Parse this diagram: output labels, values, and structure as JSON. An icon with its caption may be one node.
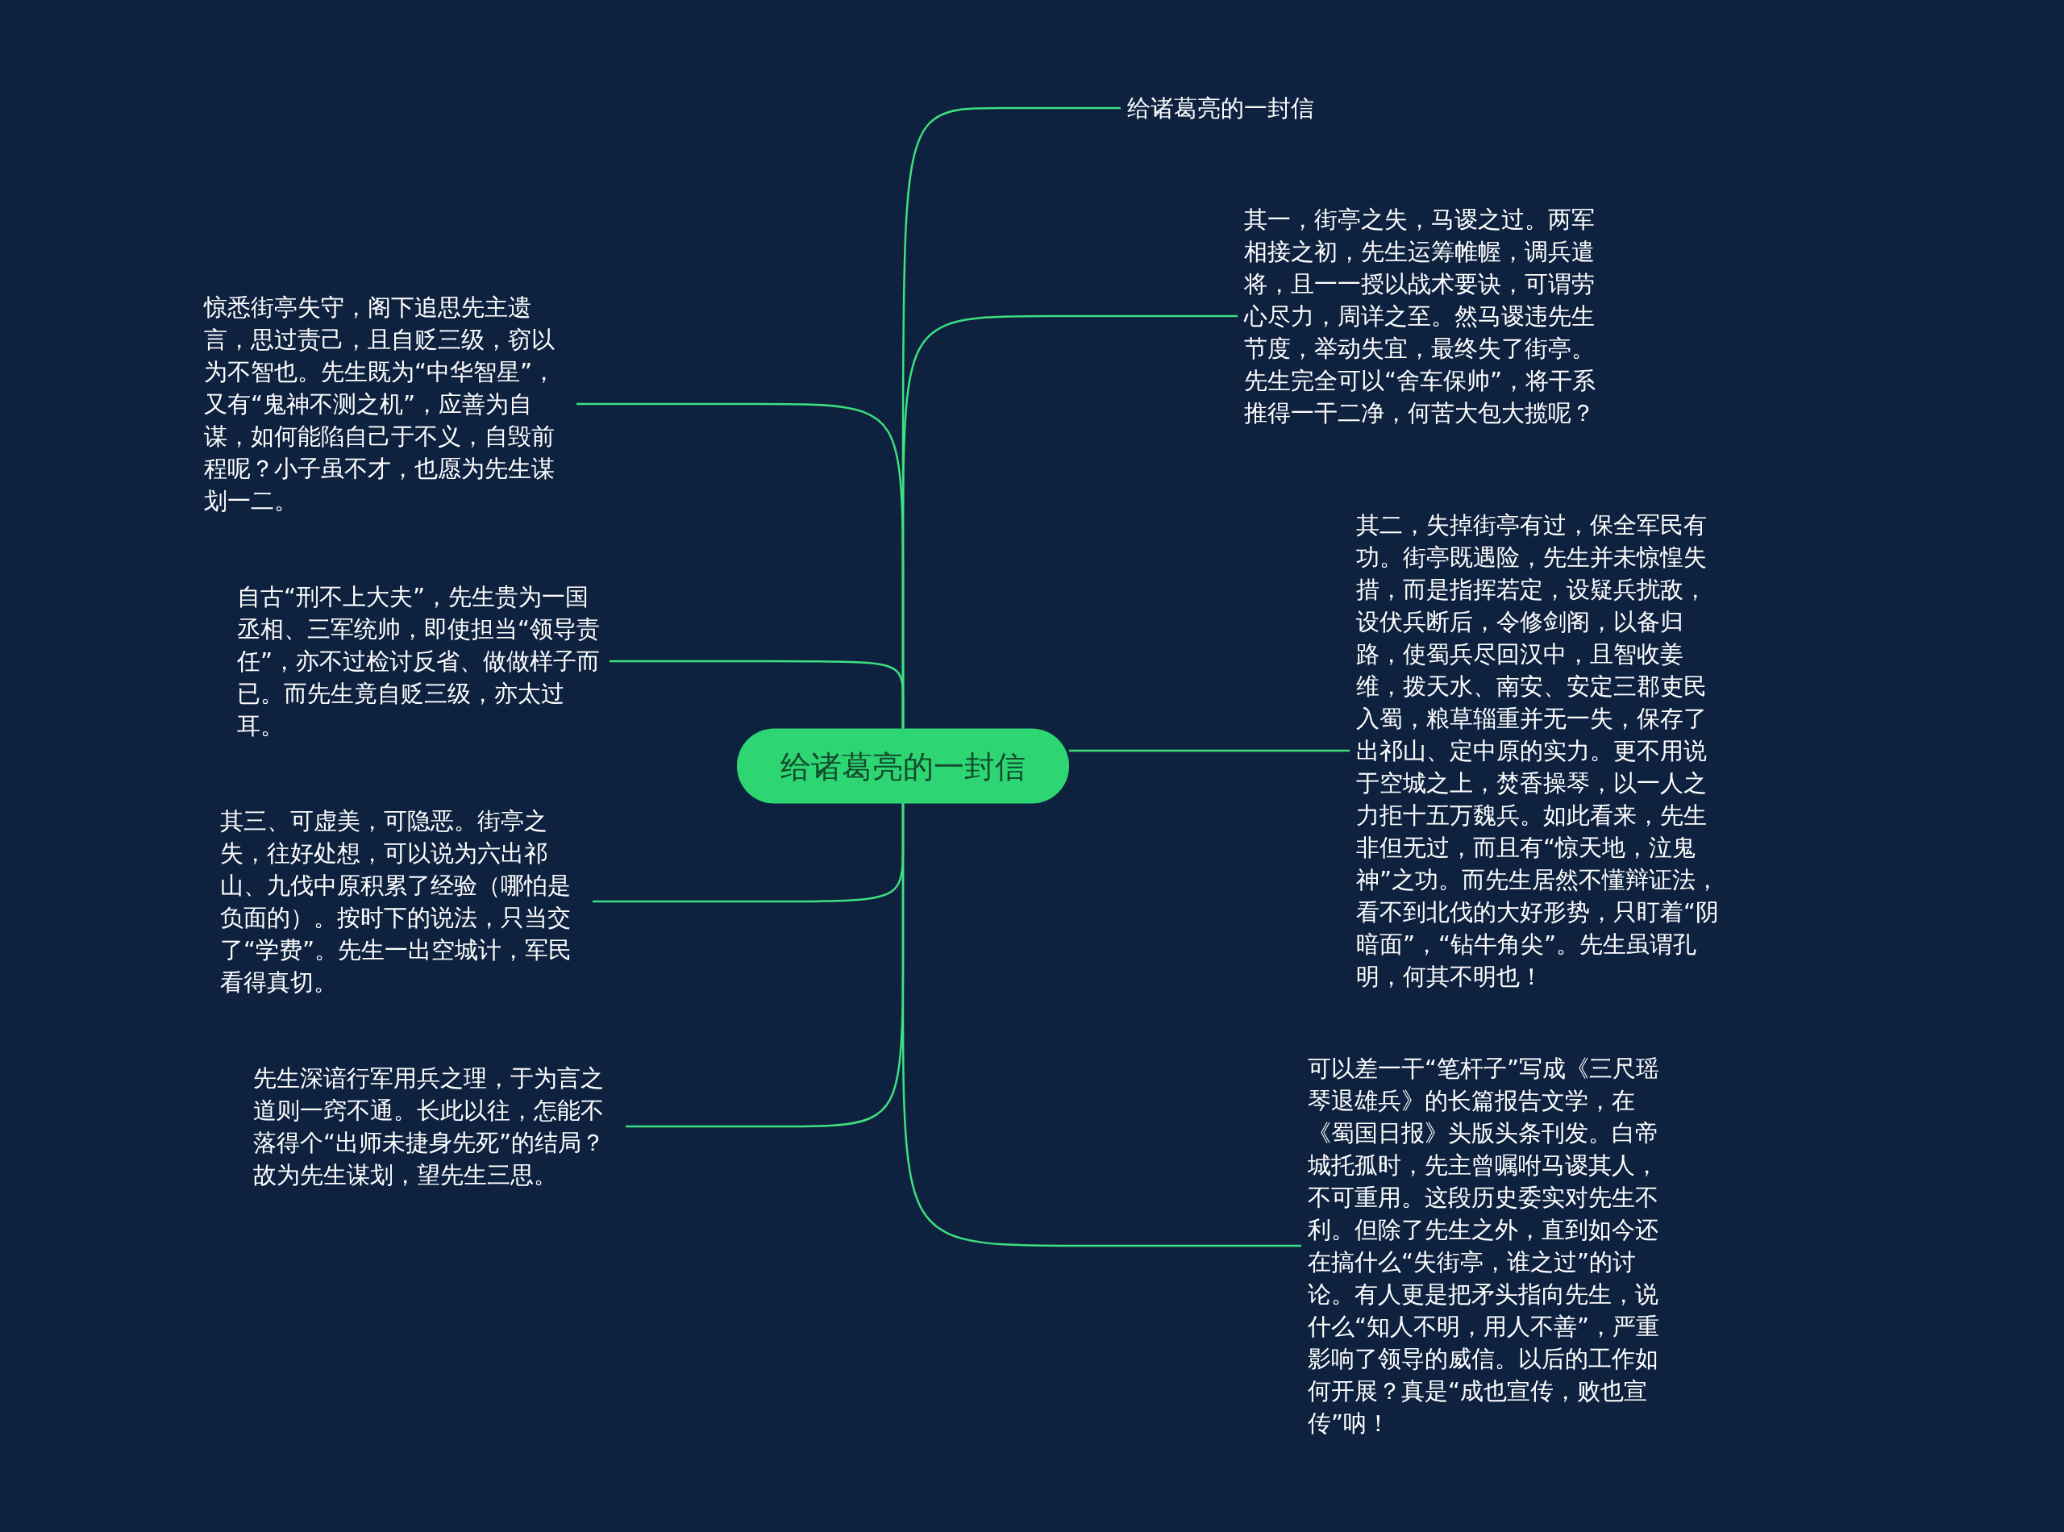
{
  "diagram": {
    "nodes": [
      {
        "text": [
          "给诸葛亮的一封信"
        ]
      },
      {
        "text": [
          "给诸葛亮的一封信"
        ]
      },
      {
        "text": [
          "其一，街亭之失，马谡之过。两军相接之初，先生运筹帷幄，调兵遣将，且一一授以战术要诀，可谓劳心尽力，周详之至。然马谡违先生节度，举动失宜，最终失了街亭。先生完全可以“舍车保帅”，将干系推得一干二净，何苦大包大揽呢？"
        ]
      },
      {
        "text": [
          "其二，失掉街亭有过，保全军民有功。街亭既遇险，先生并未惊惶失措，而是指挥若定，设疑兵扰敌，设伏兵断后，令修剑阁，以备归路，使蜀兵尽回汉中，且智收姜维，拨天水、南安、安定三郡吏民入蜀，粮草辎重并无一失，保存了出祁山、定中原的实力。更不用说于空城之上，焚香操琴，以一人之力拒十五万魏兵。如此看来，先生非但无过，而且有“惊天地，泣鬼神”之功。而先生居然不懂辩证法，看不到北伐的大好形势，只盯着“阴暗面”，“钻牛角尖”。先生虽谓孔明，何其不明也！"
        ]
      },
      {
        "text": [
          "可以差一干“笔杆子”写成《三尺瑶琴退雄兵》的长篇报告文学，在《蜀国日报》头版头条刊发。白帝城托孤时，先主曾嘱咐马谡其人，不可重用。这段历史委实对先生不利。但除了先生之外，直到如今还在搞什么“失街亭，谁之过”的讨论。有人更是把矛头指向先生，说什么“知人不明，用人不善”，严重影响了领导的威信。以后的工作如何开展？真是“成也宣传，败也宣传”呐！"
        ]
      },
      {
        "text": [
          "惊悉街亭失守，阁下追思先主遗言，思过责己，且自贬三级，窃以为不智也。先生既为“中华智星”，又有“鬼神不测之机”，应善为自谋，如何能陷自己于不义，自毁前程呢？小子虽不才，也愿为先生谋划一二。"
        ]
      },
      {
        "text": [
          "自古“刑不上大夫”，先生贵为一国丞相、三军统帅，即使担当“领导责任”，亦不过检讨反省、做做样子而已。而先生竟自贬三级，亦太过耳。"
        ]
      },
      {
        "text": [
          "其三、可虚美，可隐恶。街亭之失，往好处想，可以说为六出祁山、九伐中原积累了经验（哪怕是负面的）。按时下的说法，只当交了“学费”。先生一出空城计，军民看得真切。"
        ]
      },
      {
        "text": [
          "先生深谙行军用兵之理，于为言之道则一窍不通。长此以往，怎能不落得个“出师未捷身先死”的结局？故为先生谋划，望先生三思。"
        ]
      }
    ],
    "edges": [
      {
        "from": 0,
        "to": 1,
        "arrow": "none"
      },
      {
        "from": 0,
        "to": 2,
        "arrow": "none"
      },
      {
        "from": 0,
        "to": 3,
        "arrow": "none"
      },
      {
        "from": 0,
        "to": 4,
        "arrow": "none"
      },
      {
        "from": 0,
        "to": 5,
        "arrow": "none"
      },
      {
        "from": 0,
        "to": 6,
        "arrow": "none"
      },
      {
        "from": 0,
        "to": 7,
        "arrow": "none"
      },
      {
        "from": 0,
        "to": 8,
        "arrow": "none"
      }
    ]
  }
}
